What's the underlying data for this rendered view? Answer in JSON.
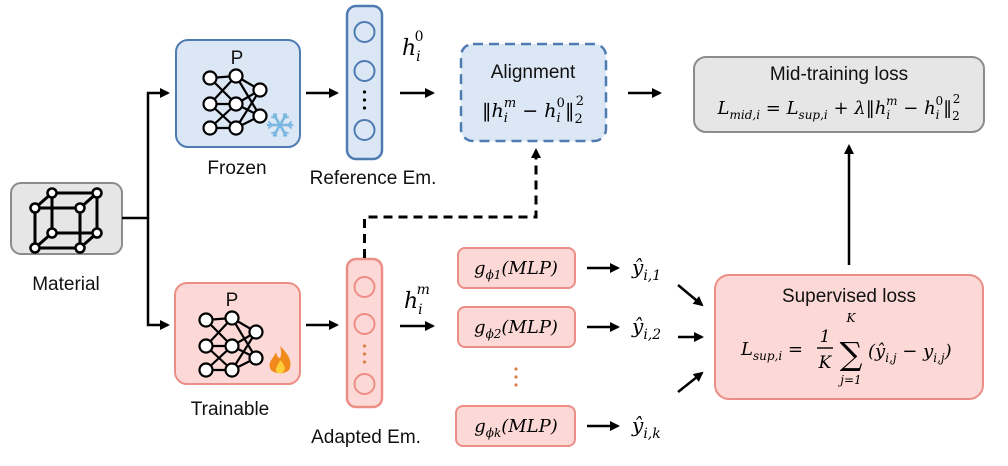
{
  "colors": {
    "frozen_fill": "#dbe7f5",
    "frozen_stroke": "#4f7bb3",
    "train_fill": "#fcd9d6",
    "train_stroke": "#ec8e86",
    "gray_fill": "#e6e6e6",
    "gray_stroke": "#8c8c8c",
    "arrow": "#000000",
    "dots_orange": "#d9824b"
  },
  "material": {
    "label": "Material",
    "icon": "cube-lattice-icon"
  },
  "frozen": {
    "letter": "P",
    "label": "Frozen",
    "icon": "snowflake-icon",
    "net_icon": "neural-network-icon"
  },
  "trainable": {
    "letter": "P",
    "label": "Trainable",
    "icon": "flame-icon",
    "net_icon": "neural-network-icon"
  },
  "reference_em": {
    "label": "Reference Em.",
    "symbol": {
      "base": "h",
      "sub": "i",
      "sup": "0"
    }
  },
  "adapted_em": {
    "label": "Adapted Em.",
    "symbol": {
      "base": "h",
      "sub": "i",
      "sup": "m"
    }
  },
  "alignment": {
    "title": "Alignment",
    "formula": "‖h_i^m − h_i^0‖_2^2"
  },
  "mid_loss": {
    "title": "Mid-training loss",
    "formula": "L_mid,i = L_sup,i + λ‖h_i^m − h_i^0‖_2^2"
  },
  "heads": [
    {
      "fn": "g",
      "sub": "ϕ1",
      "arg": "(MLP)",
      "out_base": "ŷ",
      "out_sub": "i,1"
    },
    {
      "fn": "g",
      "sub": "ϕ2",
      "arg": "(MLP)",
      "out_base": "ŷ",
      "out_sub": "i,2"
    },
    {
      "fn": "g",
      "sub": "ϕk",
      "arg": "(MLP)",
      "out_base": "ŷ",
      "out_sub": "i,k"
    }
  ],
  "sup_loss": {
    "title": "Supervised loss",
    "lhs": "L",
    "lhs_sub": "sup,i",
    "frac_num": "1",
    "frac_den": "K",
    "sum_top": "K",
    "sum_bottom": "j=1",
    "body": "(ŷ",
    "body_sub1": "i,j",
    "body_mid": " − y",
    "body_sub2": "i,j",
    "body_end": ")"
  }
}
